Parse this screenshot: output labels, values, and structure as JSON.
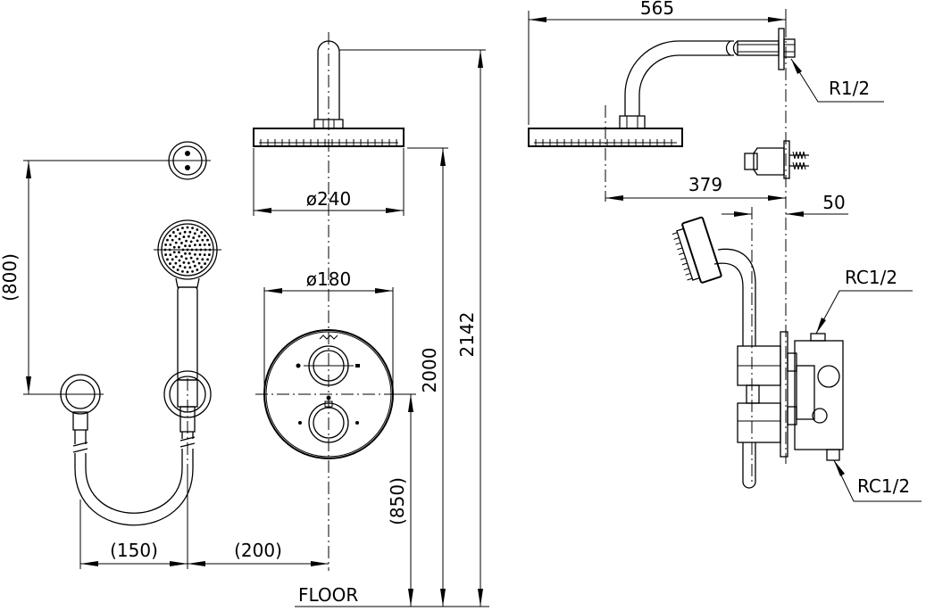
{
  "dimensions": {
    "d565": "565",
    "r1_2": "R1/2",
    "d379": "379",
    "d50": "50",
    "rc1_2_top": "RC1/2",
    "rc1_2_bottom": "RC1/2",
    "d800": "(800)",
    "d240": "ø240",
    "d180": "ø180",
    "d2000": "2000",
    "d2142": "2142",
    "d850": "(850)",
    "d150": "(150)",
    "d200": "(200)",
    "floor": "FLOOR"
  }
}
